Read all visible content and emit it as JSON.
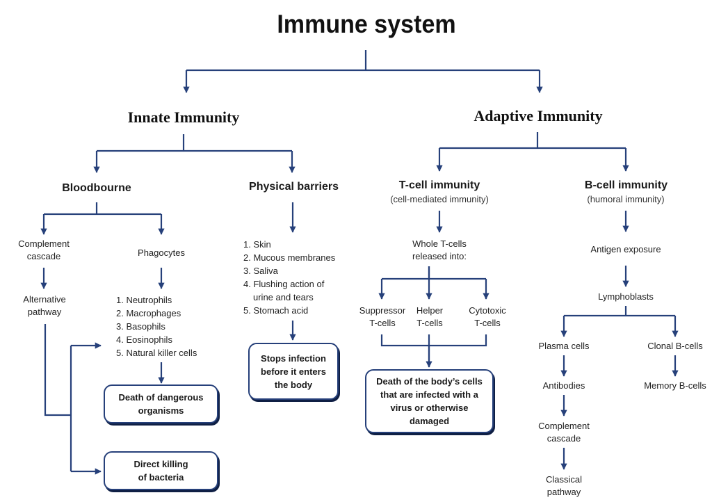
{
  "title": "Immune system",
  "colors": {
    "line": "#26407a",
    "text": "#1a1a1a",
    "box_border": "#26407a",
    "box_shadow": "#0f1f44"
  },
  "innate": {
    "label": "Innate Immunity",
    "bloodbourne": {
      "label": "Bloodbourne",
      "complement": {
        "line1": "Complement",
        "line2": "cascade"
      },
      "alternative": {
        "line1": "Alternative",
        "line2": "pathway"
      },
      "phagocytes": {
        "label": "Phagocytes",
        "items": [
          "1. Neutrophils",
          "2. Macrophages",
          "3. Basophils",
          "4. Eosinophils",
          "5. Natural killer cells"
        ]
      },
      "box_death": {
        "line1": "Death of dangerous",
        "line2": "organisms"
      },
      "box_direct": {
        "line1": "Direct killing",
        "line2": "of bacteria"
      }
    },
    "physical": {
      "label": "Physical barriers",
      "items": [
        "1. Skin",
        "2. Mucous membranes",
        "3. Saliva",
        "4. Flushing action of",
        "urine and tears",
        "5. Stomach acid"
      ],
      "box": {
        "line1": "Stops infection",
        "line2": "before it enters",
        "line3": "the body"
      }
    }
  },
  "adaptive": {
    "label": "Adaptive Immunity",
    "tcell": {
      "label": "T-cell immunity",
      "sublabel": "(cell-mediated immunity)",
      "whole": {
        "line1": "Whole T-cells",
        "line2": "released into:"
      },
      "types": [
        {
          "line1": "Suppressor",
          "line2": "T-cells"
        },
        {
          "line1": "Helper",
          "line2": "T-cells"
        },
        {
          "line1": "Cytotoxic",
          "line2": "T-cells"
        }
      ],
      "box": {
        "line1": "Death of the body’s cells",
        "line2": "that are infected with a",
        "line3": "virus or otherwise",
        "line4": "damaged"
      }
    },
    "bcell": {
      "label": "B-cell immunity",
      "sublabel": "(humoral immunity)",
      "antigen": "Antigen exposure",
      "lymphoblasts": "Lymphoblasts",
      "plasma": "Plasma cells",
      "clonal": "Clonal B-cells",
      "antibodies": "Antibodies",
      "memory": "Memory B-cells",
      "complement": {
        "line1": "Complement",
        "line2": "cascade"
      },
      "classical": {
        "line1": "Classical",
        "line2": "pathway"
      }
    }
  }
}
